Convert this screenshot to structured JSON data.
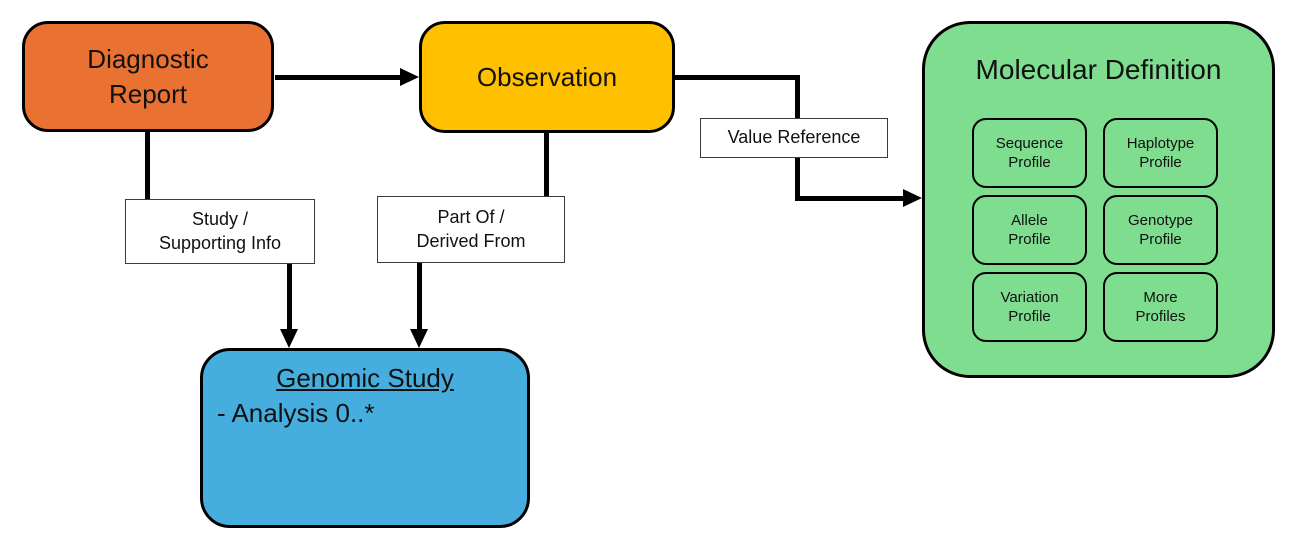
{
  "diagram": {
    "nodes": {
      "diagnostic_report": {
        "label": "Diagnostic Report",
        "color": "#E97132"
      },
      "observation": {
        "label": "Observation",
        "color": "#FFC000"
      },
      "molecular_definition": {
        "label": "Molecular Definition",
        "color": "#7EDD8E",
        "profiles": [
          "Sequence Profile",
          "Haplotype Profile",
          "Allele Profile",
          "Genotype Profile",
          "Variation Profile",
          "More Profiles"
        ]
      },
      "genomic_study": {
        "title": "Genomic Study",
        "attribute": "- Analysis 0..*",
        "color": "#46AEDE"
      }
    },
    "edge_labels": {
      "value_reference": "Value Reference",
      "study": {
        "line1": "Study /",
        "line2": "Supporting Info"
      },
      "part_of": {
        "line1": "Part Of /",
        "line2": "Derived From"
      }
    },
    "line_color": "#000000"
  }
}
